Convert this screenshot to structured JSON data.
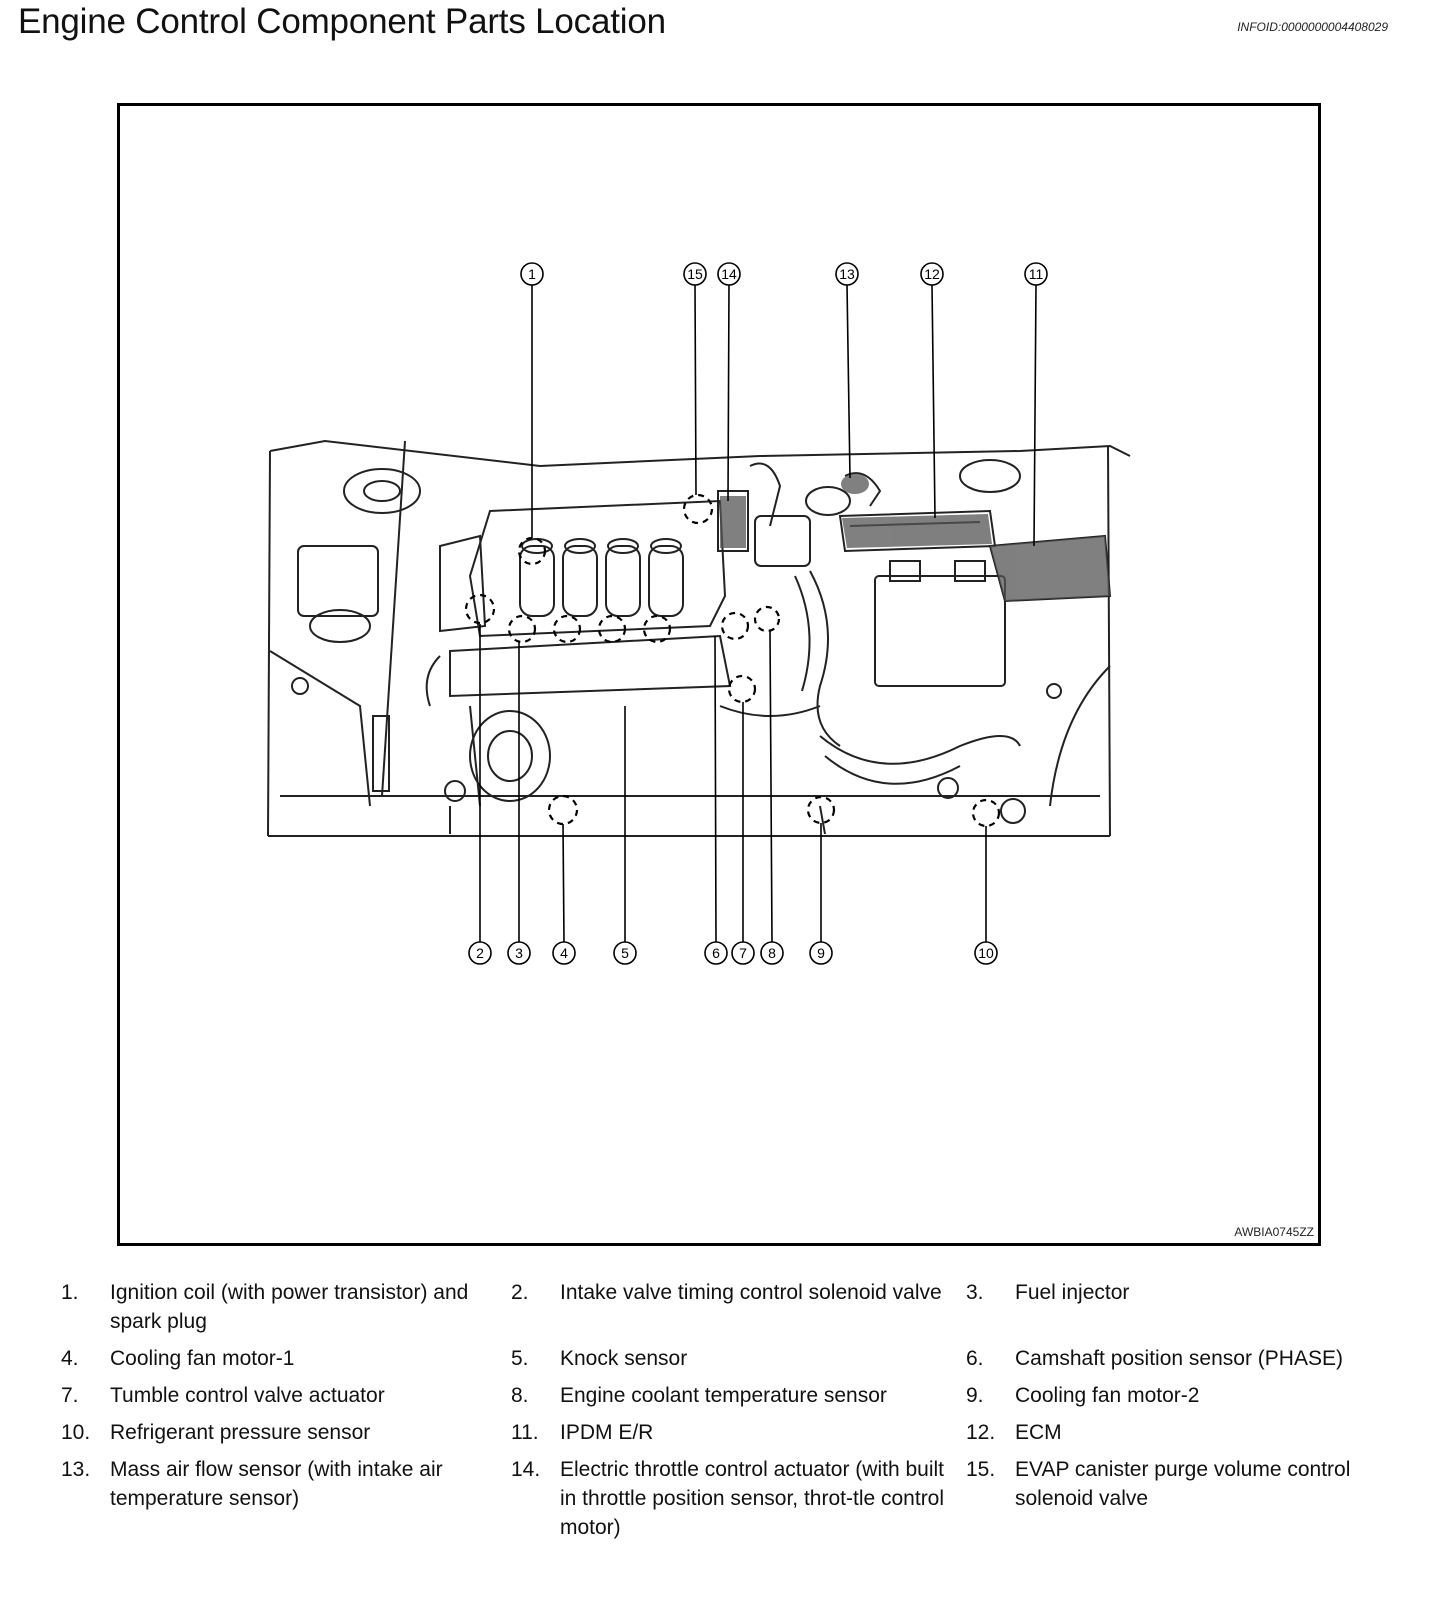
{
  "header": {
    "title": "Engine Control Component Parts Location",
    "infoid": "INFOID:0000000004408029"
  },
  "figure": {
    "code": "AWBIA0745ZZ",
    "callouts_top": [
      "1",
      "15",
      "14",
      "13",
      "12",
      "11"
    ],
    "callouts_bottom": [
      "2",
      "3",
      "4",
      "5",
      "6",
      "7",
      "8",
      "9",
      "10"
    ]
  },
  "legend": {
    "rows": [
      [
        {
          "num": "1.",
          "text": "Ignition coil (with power transistor) and spark plug"
        },
        {
          "num": "2.",
          "text": "Intake valve timing control solenoid valve"
        },
        {
          "num": "3.",
          "text": "Fuel injector"
        }
      ],
      [
        {
          "num": "4.",
          "text": "Cooling fan motor-1"
        },
        {
          "num": "5.",
          "text": "Knock sensor"
        },
        {
          "num": "6.",
          "text": "Camshaft position sensor (PHASE)"
        }
      ],
      [
        {
          "num": "7.",
          "text": "Tumble control valve actuator"
        },
        {
          "num": "8.",
          "text": "Engine coolant temperature sensor"
        },
        {
          "num": "9.",
          "text": "Cooling fan motor-2"
        }
      ],
      [
        {
          "num": "10.",
          "text": "Refrigerant pressure sensor"
        },
        {
          "num": "11.",
          "text": "IPDM E/R"
        },
        {
          "num": "12.",
          "text": "ECM"
        }
      ],
      [
        {
          "num": "13.",
          "text": "Mass air flow sensor (with intake air temperature sensor)"
        },
        {
          "num": "14.",
          "text": "Electric throttle control actuator (with built in throttle position sensor, throt-tle control motor)"
        },
        {
          "num": "15.",
          "text": "EVAP canister purge volume control solenoid valve"
        }
      ]
    ]
  }
}
